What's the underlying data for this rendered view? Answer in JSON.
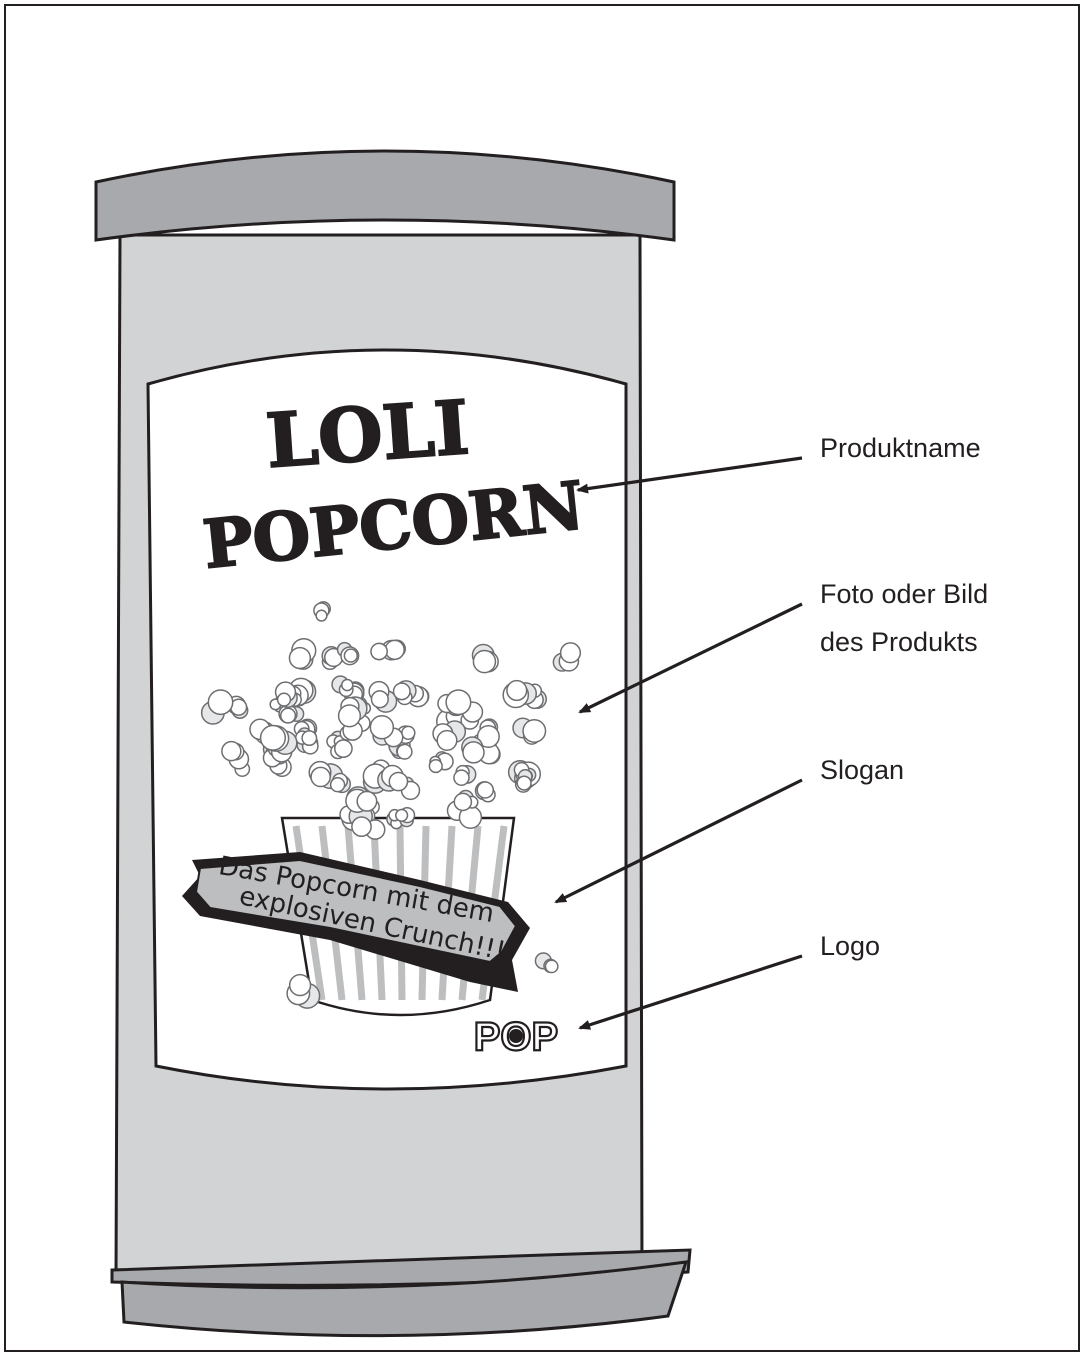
{
  "poster": {
    "title_line1": "LOLI",
    "title_line2": "POPCORN",
    "slogan_line1": "Das Popcorn mit dem",
    "slogan_line2": "explosiven Crunch!!!",
    "logo_text": "POP"
  },
  "labels": {
    "product_name": "Produktname",
    "image_line1": "Foto oder Bild",
    "image_line2": "des Produkts",
    "slogan": "Slogan",
    "logo": "Logo"
  },
  "colors": {
    "outline": "#231f20",
    "pillar_body": "#d1d3d4",
    "pillar_cap": "#a7a9ac",
    "poster": "#ffffff",
    "popcorn_shade": "#bcbec0"
  }
}
